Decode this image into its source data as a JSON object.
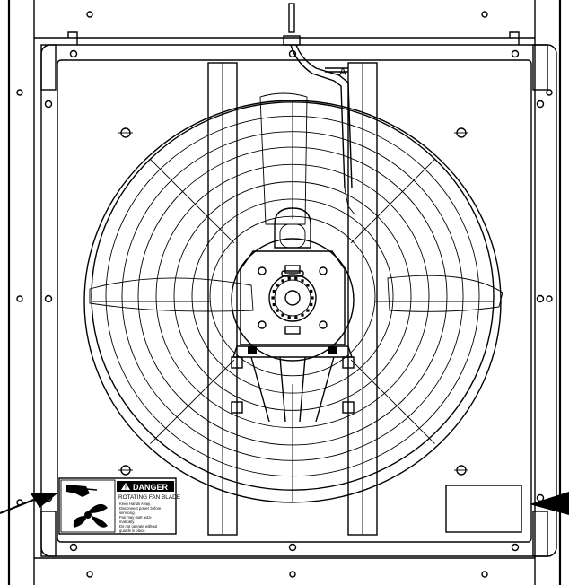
{
  "diagram": {
    "letter_marker": "A"
  },
  "warning_label": {
    "header": "DANGER",
    "title": "ROTATING FAN BLADE",
    "lines": [
      "Keep Hands Away.",
      "Disconnect power before",
      "servicing.",
      "Fan may start auto-",
      "matically.",
      "Do not operate without",
      "guards in place."
    ]
  },
  "colors": {
    "line": "#000000",
    "background": "#ffffff"
  },
  "icons": [
    "warning-triangle-icon",
    "hand-icon",
    "fan-blade-icon"
  ]
}
